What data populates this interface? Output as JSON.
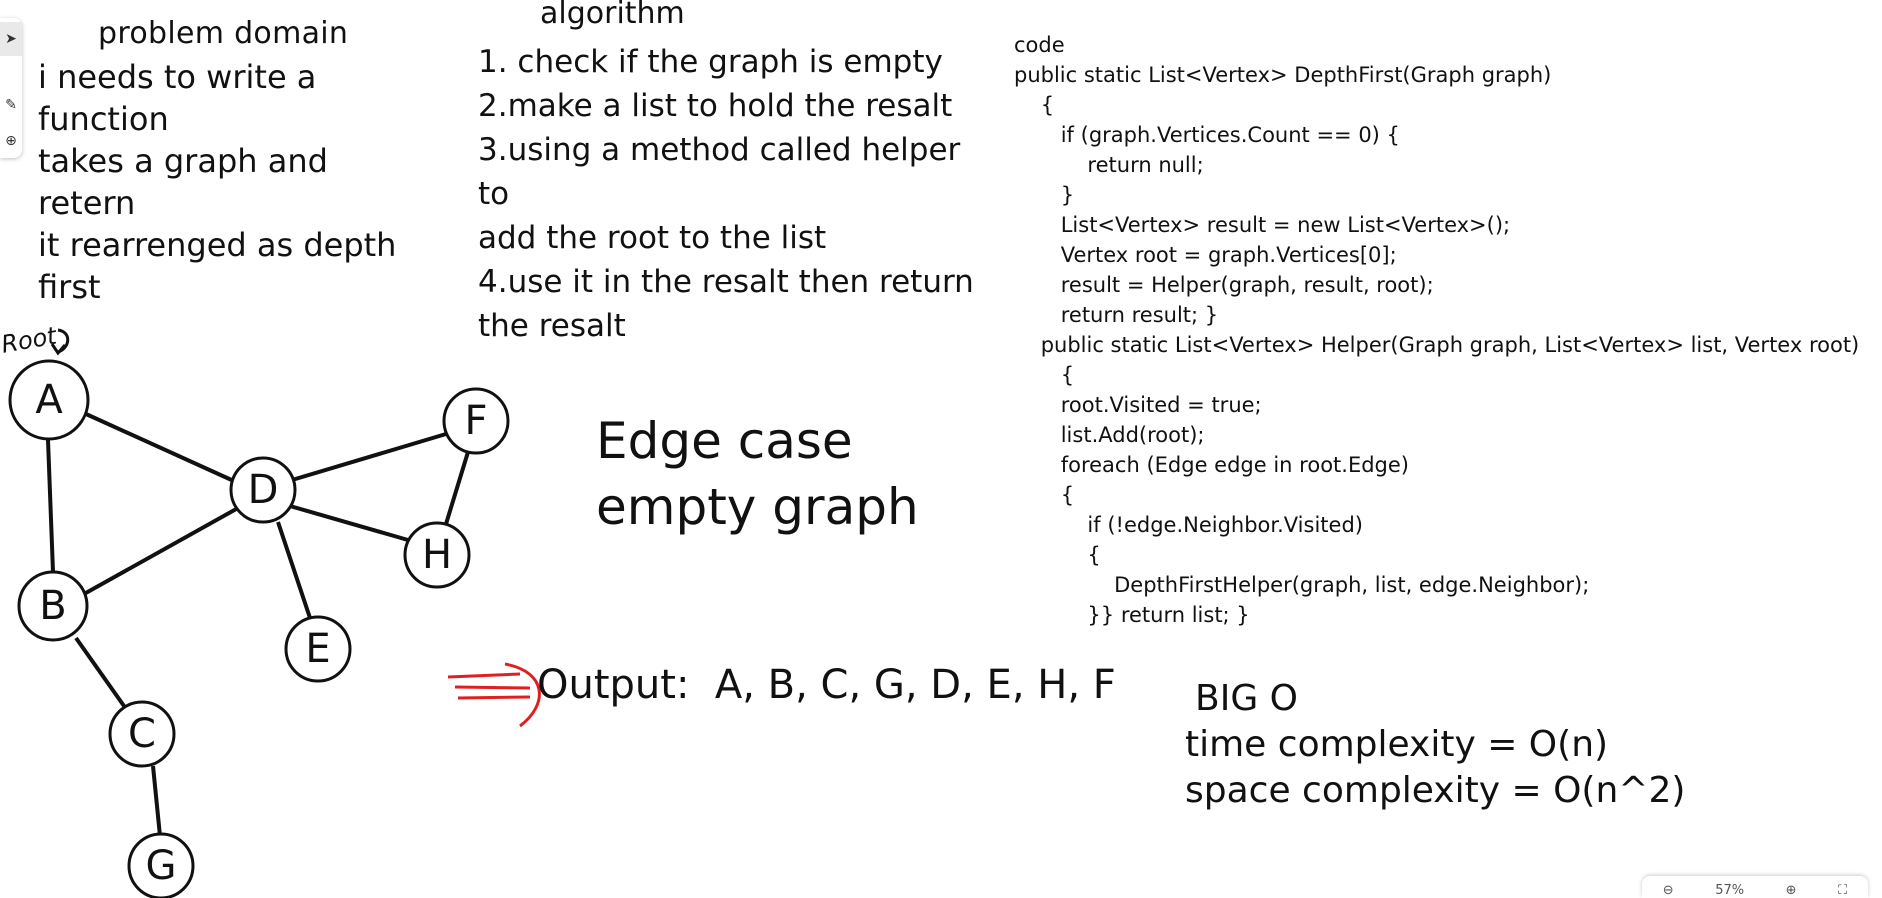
{
  "toolbar": {
    "tools": [
      {
        "icon": "pointer-icon",
        "glyph": "➤"
      },
      {
        "icon": "pen-icon",
        "glyph": "✎"
      },
      {
        "icon": "add-icon",
        "glyph": "⊕"
      }
    ]
  },
  "problem_domain": {
    "title": "problem domain",
    "lines": [
      "i needs to write a function",
      "takes a graph and retern",
      "it rearrenged as depth",
      "first"
    ]
  },
  "algorithm": {
    "title": "algorithm",
    "steps": [
      "1. check if the graph is empty",
      "2.make a list to hold the resalt",
      "3.using a method called helper to",
      "add the root to the list",
      "4.use it in the resalt then return",
      "the resalt"
    ]
  },
  "code": {
    "label": "code",
    "lines": [
      "public static List<Vertex> DepthFirst(Graph graph)",
      "    {",
      "       if (graph.Vertices.Count == 0) {",
      "           return null;",
      "       }",
      "       List<Vertex> result = new List<Vertex>();",
      "       Vertex root = graph.Vertices[0];",
      "       result = Helper(graph, result, root);",
      "       return result; }",
      "    public static List<Vertex> Helper(Graph graph, List<Vertex> list, Vertex root)",
      "       {",
      "       root.Visited = true;",
      "       list.Add(root);",
      "       foreach (Edge edge in root.Edge)",
      "       {",
      "           if (!edge.Neighbor.Visited)",
      "           {",
      "               DepthFirstHelper(graph, list, edge.Neighbor);",
      "           }} return list; }"
    ]
  },
  "graph": {
    "root_label": "Root",
    "nodes": [
      "A",
      "B",
      "C",
      "G",
      "D",
      "E",
      "F",
      "H"
    ]
  },
  "edge_case": {
    "lines": [
      "Edge case",
      "empty graph"
    ]
  },
  "output": {
    "label": "Output:",
    "values": "A, B, C, G, D, E, H, F"
  },
  "big_o": {
    "title": "BIG O",
    "time": "time complexity = O(n)",
    "space": "space complexity = O(n^2)"
  },
  "zoom": {
    "level": "57%"
  },
  "colors": {
    "ink": "#111111",
    "arrow": "#e02020"
  }
}
